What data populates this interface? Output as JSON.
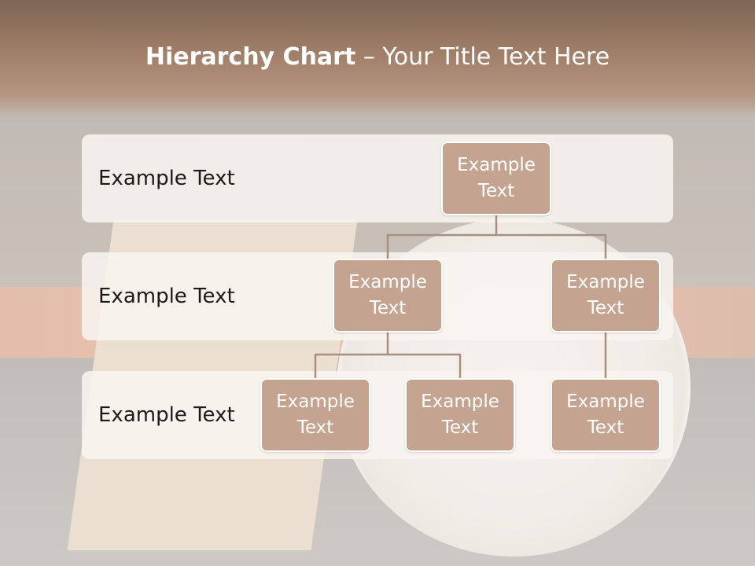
{
  "slide": {
    "title_bold": "Hierarchy Chart",
    "title_rest": " – Your Title Text Here"
  },
  "bands": [
    {
      "label": "Example Text"
    },
    {
      "label": "Example Text"
    },
    {
      "label": "Example Text"
    }
  ],
  "nodes": {
    "root": {
      "text": "Example Text"
    },
    "level2_left": {
      "text": "Example Text"
    },
    "level2_right": {
      "text": "Example Text"
    },
    "level3_a": {
      "text": "Example Text"
    },
    "level3_b": {
      "text": "Example Text"
    },
    "level3_c": {
      "text": "Example Text"
    }
  },
  "colors": {
    "node_fill": "#c4a490",
    "node_border": "#ffffff",
    "connector": "#a89080",
    "band_fill": "#f8f4f0"
  }
}
